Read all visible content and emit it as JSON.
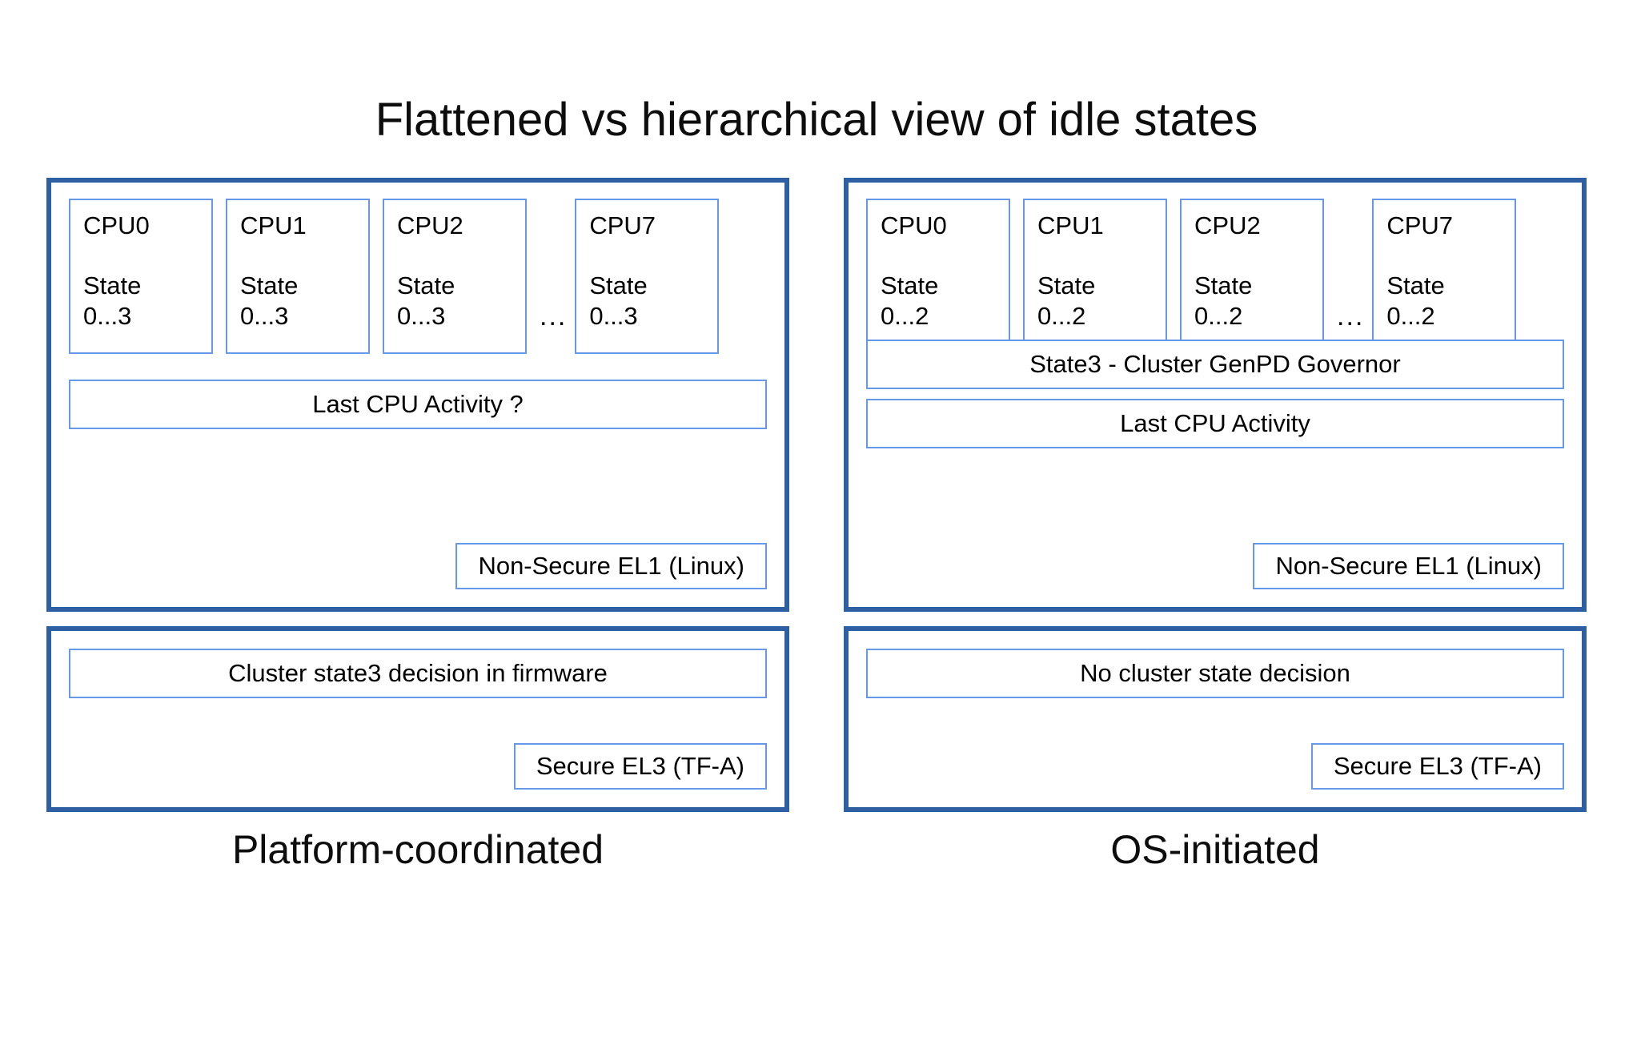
{
  "title": "Flattened vs hierarchical view of idle states",
  "colors": {
    "panel_border": "#2e5fa3",
    "box_border": "#6699e8",
    "background": "#ffffff",
    "text": "#000000"
  },
  "left_column": {
    "caption": "Platform-coordinated",
    "os_panel": {
      "cpus": [
        {
          "name": "CPU0",
          "state_label": "State",
          "state_range": "0...3"
        },
        {
          "name": "CPU1",
          "state_label": "State",
          "state_range": "0...3"
        },
        {
          "name": "CPU2",
          "state_label": "State",
          "state_range": "0...3"
        },
        {
          "name": "CPU7",
          "state_label": "State",
          "state_range": "0...3"
        }
      ],
      "ellipsis": "...",
      "bars": [
        {
          "label": "Last CPU Activity ?"
        }
      ],
      "level_label": "Non-Secure EL1 (Linux)"
    },
    "fw_panel": {
      "bar": "Cluster state3 decision in firmware",
      "level_label": "Secure EL3 (TF-A)"
    }
  },
  "right_column": {
    "caption": "OS-initiated",
    "os_panel": {
      "cpus": [
        {
          "name": "CPU0",
          "state_label": "State",
          "state_range": "0...2"
        },
        {
          "name": "CPU1",
          "state_label": "State",
          "state_range": "0...2"
        },
        {
          "name": "CPU2",
          "state_label": "State",
          "state_range": "0...2"
        },
        {
          "name": "CPU7",
          "state_label": "State",
          "state_range": "0...2"
        }
      ],
      "ellipsis": "...",
      "bars": [
        {
          "label": "State3 - Cluster GenPD Governor"
        },
        {
          "label": "Last CPU Activity"
        }
      ],
      "level_label": "Non-Secure EL1 (Linux)"
    },
    "fw_panel": {
      "bar": "No cluster state decision",
      "level_label": "Secure EL3 (TF-A)"
    }
  }
}
